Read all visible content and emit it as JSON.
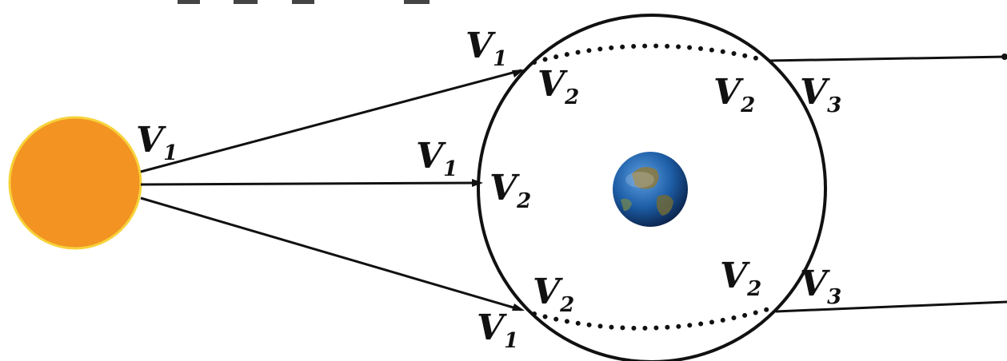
{
  "labels": {
    "v1": {
      "main": "V",
      "sub": "1"
    },
    "v2": {
      "main": "V",
      "sub": "2"
    },
    "v3": {
      "main": "V",
      "sub": "3"
    }
  },
  "colors": {
    "sun_fill": "#F29322",
    "sun_rim": "#F7D23A",
    "ink": "#111111",
    "earth_ocean": "#1d5fa8",
    "earth_land": "#8a7a45"
  },
  "icons": {
    "sun": "sun-disc",
    "earth": "earth-globe"
  }
}
